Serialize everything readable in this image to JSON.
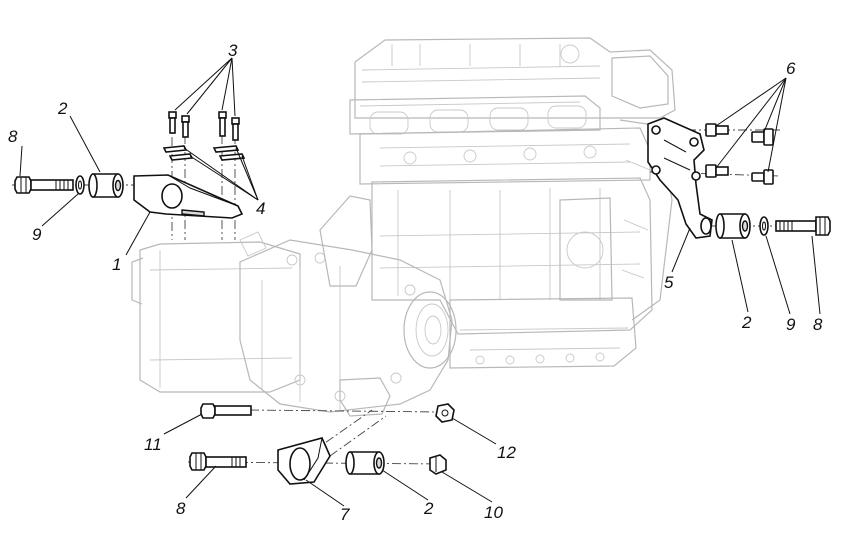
{
  "diagram": {
    "callouts": [
      {
        "id": "c1",
        "label": "1"
      },
      {
        "id": "c2a",
        "label": "2"
      },
      {
        "id": "c2b",
        "label": "2"
      },
      {
        "id": "c2c",
        "label": "2"
      },
      {
        "id": "c3",
        "label": "3"
      },
      {
        "id": "c4",
        "label": "4"
      },
      {
        "id": "c5",
        "label": "5"
      },
      {
        "id": "c6",
        "label": "6"
      },
      {
        "id": "c7",
        "label": "7"
      },
      {
        "id": "c8a",
        "label": "8"
      },
      {
        "id": "c8b",
        "label": "8"
      },
      {
        "id": "c8c",
        "label": "8"
      },
      {
        "id": "c9a",
        "label": "9"
      },
      {
        "id": "c9b",
        "label": "9"
      },
      {
        "id": "c10",
        "label": "10"
      },
      {
        "id": "c11",
        "label": "11"
      },
      {
        "id": "c12",
        "label": "12"
      }
    ]
  }
}
